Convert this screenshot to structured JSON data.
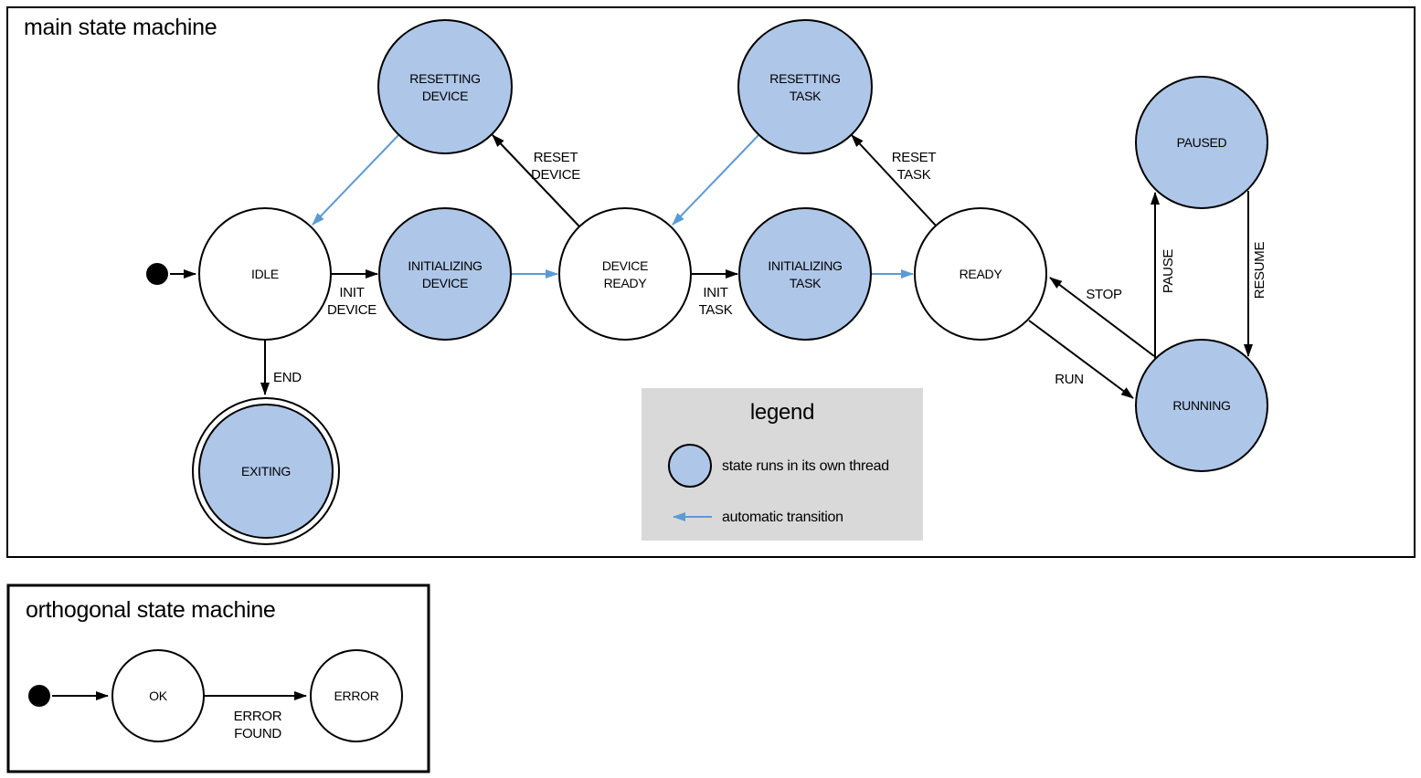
{
  "colors": {
    "state_fill": "#aec6e8",
    "state_stroke": "#000000",
    "auto_transition_color": "#5b9bd5",
    "legend_background": "#d9d9d9",
    "edge_color": "#000000"
  },
  "main": {
    "title": "main state machine",
    "states": {
      "idle": {
        "label": "IDLE"
      },
      "initializing_device": {
        "line1": "INITIALIZING",
        "line2": "DEVICE"
      },
      "device_ready": {
        "line1": "DEVICE",
        "line2": "READY"
      },
      "initializing_task": {
        "line1": "INITIALIZING",
        "line2": "TASK"
      },
      "ready": {
        "label": "READY"
      },
      "resetting_device": {
        "line1": "RESETTING",
        "line2": "DEVICE"
      },
      "resetting_task": {
        "line1": "RESETTING",
        "line2": "TASK"
      },
      "paused": {
        "label": "PAUSED"
      },
      "running": {
        "label": "RUNNING"
      },
      "exiting": {
        "label": "EXITING"
      }
    },
    "transitions": {
      "init_device": {
        "line1": "INIT",
        "line2": "DEVICE"
      },
      "init_task": {
        "line1": "INIT",
        "line2": "TASK"
      },
      "reset_device": {
        "line1": "RESET",
        "line2": "DEVICE"
      },
      "reset_task": {
        "line1": "RESET",
        "line2": "TASK"
      },
      "end": {
        "label": "END"
      },
      "run": {
        "label": "RUN"
      },
      "stop": {
        "label": "STOP"
      },
      "pause": {
        "label": "PAUSE"
      },
      "resume": {
        "label": "RESUME"
      }
    }
  },
  "legend": {
    "title": "legend",
    "items": {
      "thread_state": "state runs in its own thread",
      "automatic_transition": "automatic transition"
    }
  },
  "orthogonal": {
    "title": "orthogonal state machine",
    "states": {
      "ok": {
        "label": "OK"
      },
      "error": {
        "label": "ERROR"
      }
    },
    "transitions": {
      "error_found": {
        "line1": "ERROR",
        "line2": "FOUND"
      }
    }
  }
}
